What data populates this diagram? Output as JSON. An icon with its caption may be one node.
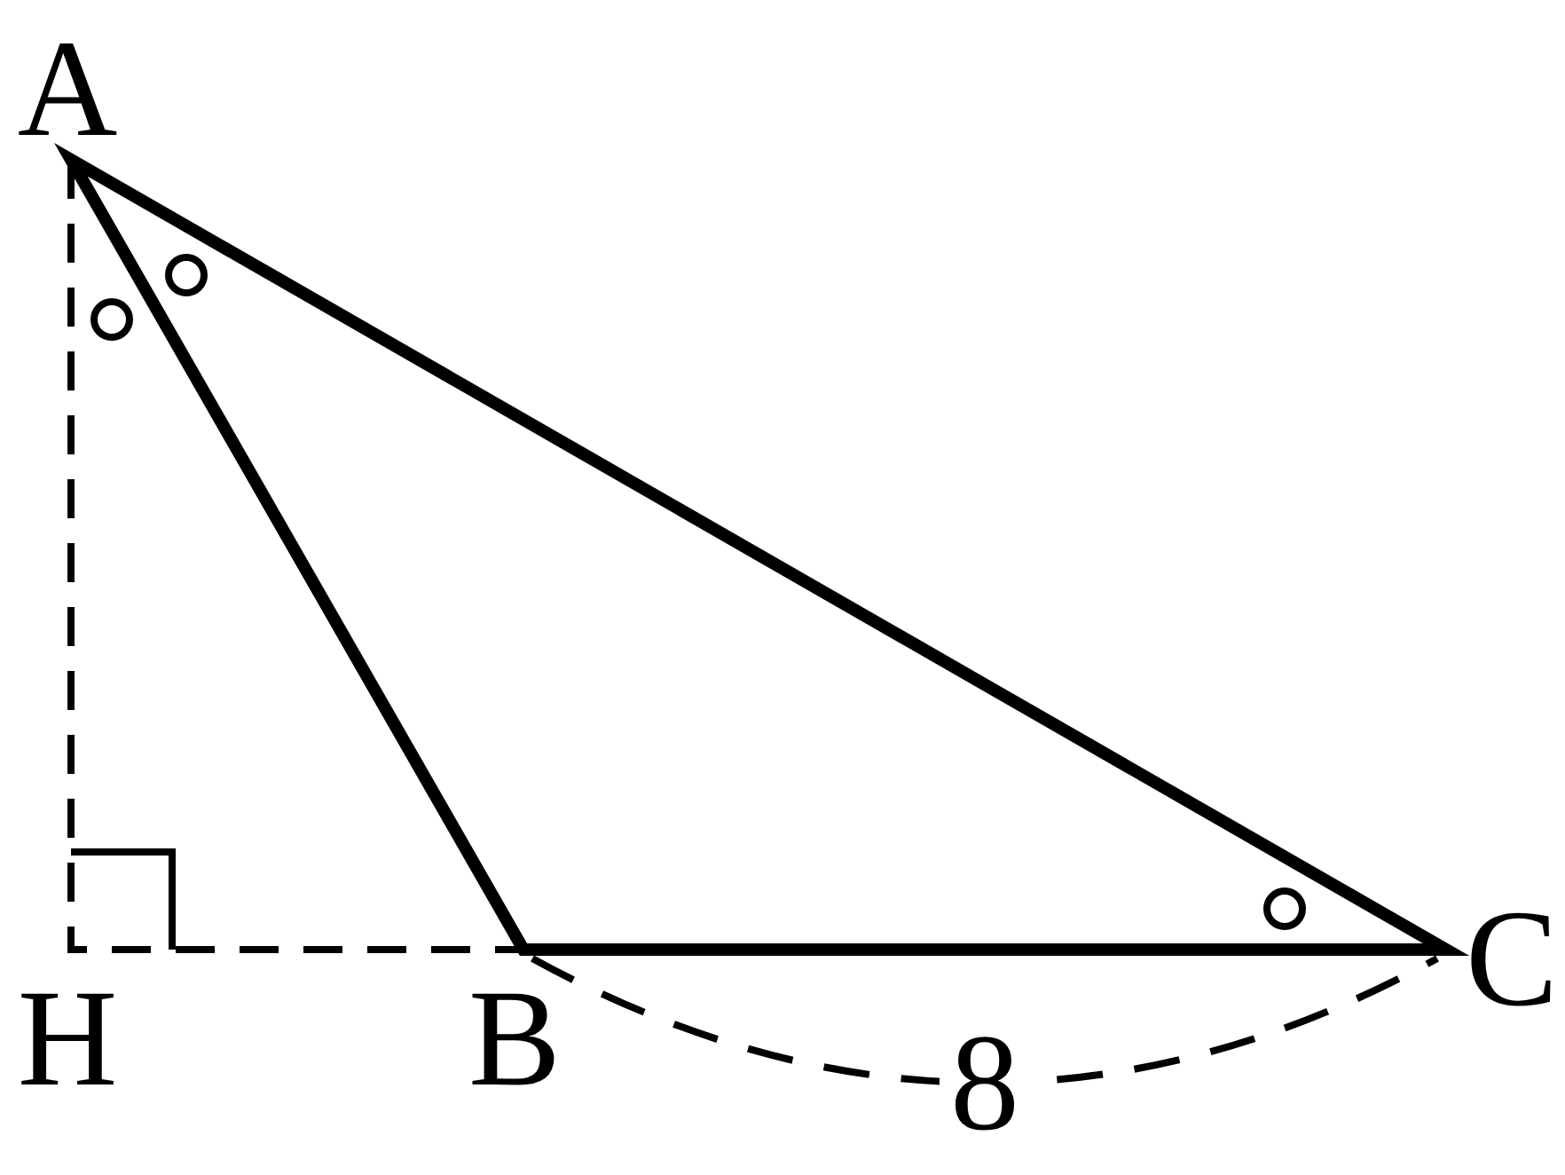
{
  "diagram": {
    "labels": [
      "A",
      "C",
      "H",
      "B",
      "8"
    ]
  }
}
